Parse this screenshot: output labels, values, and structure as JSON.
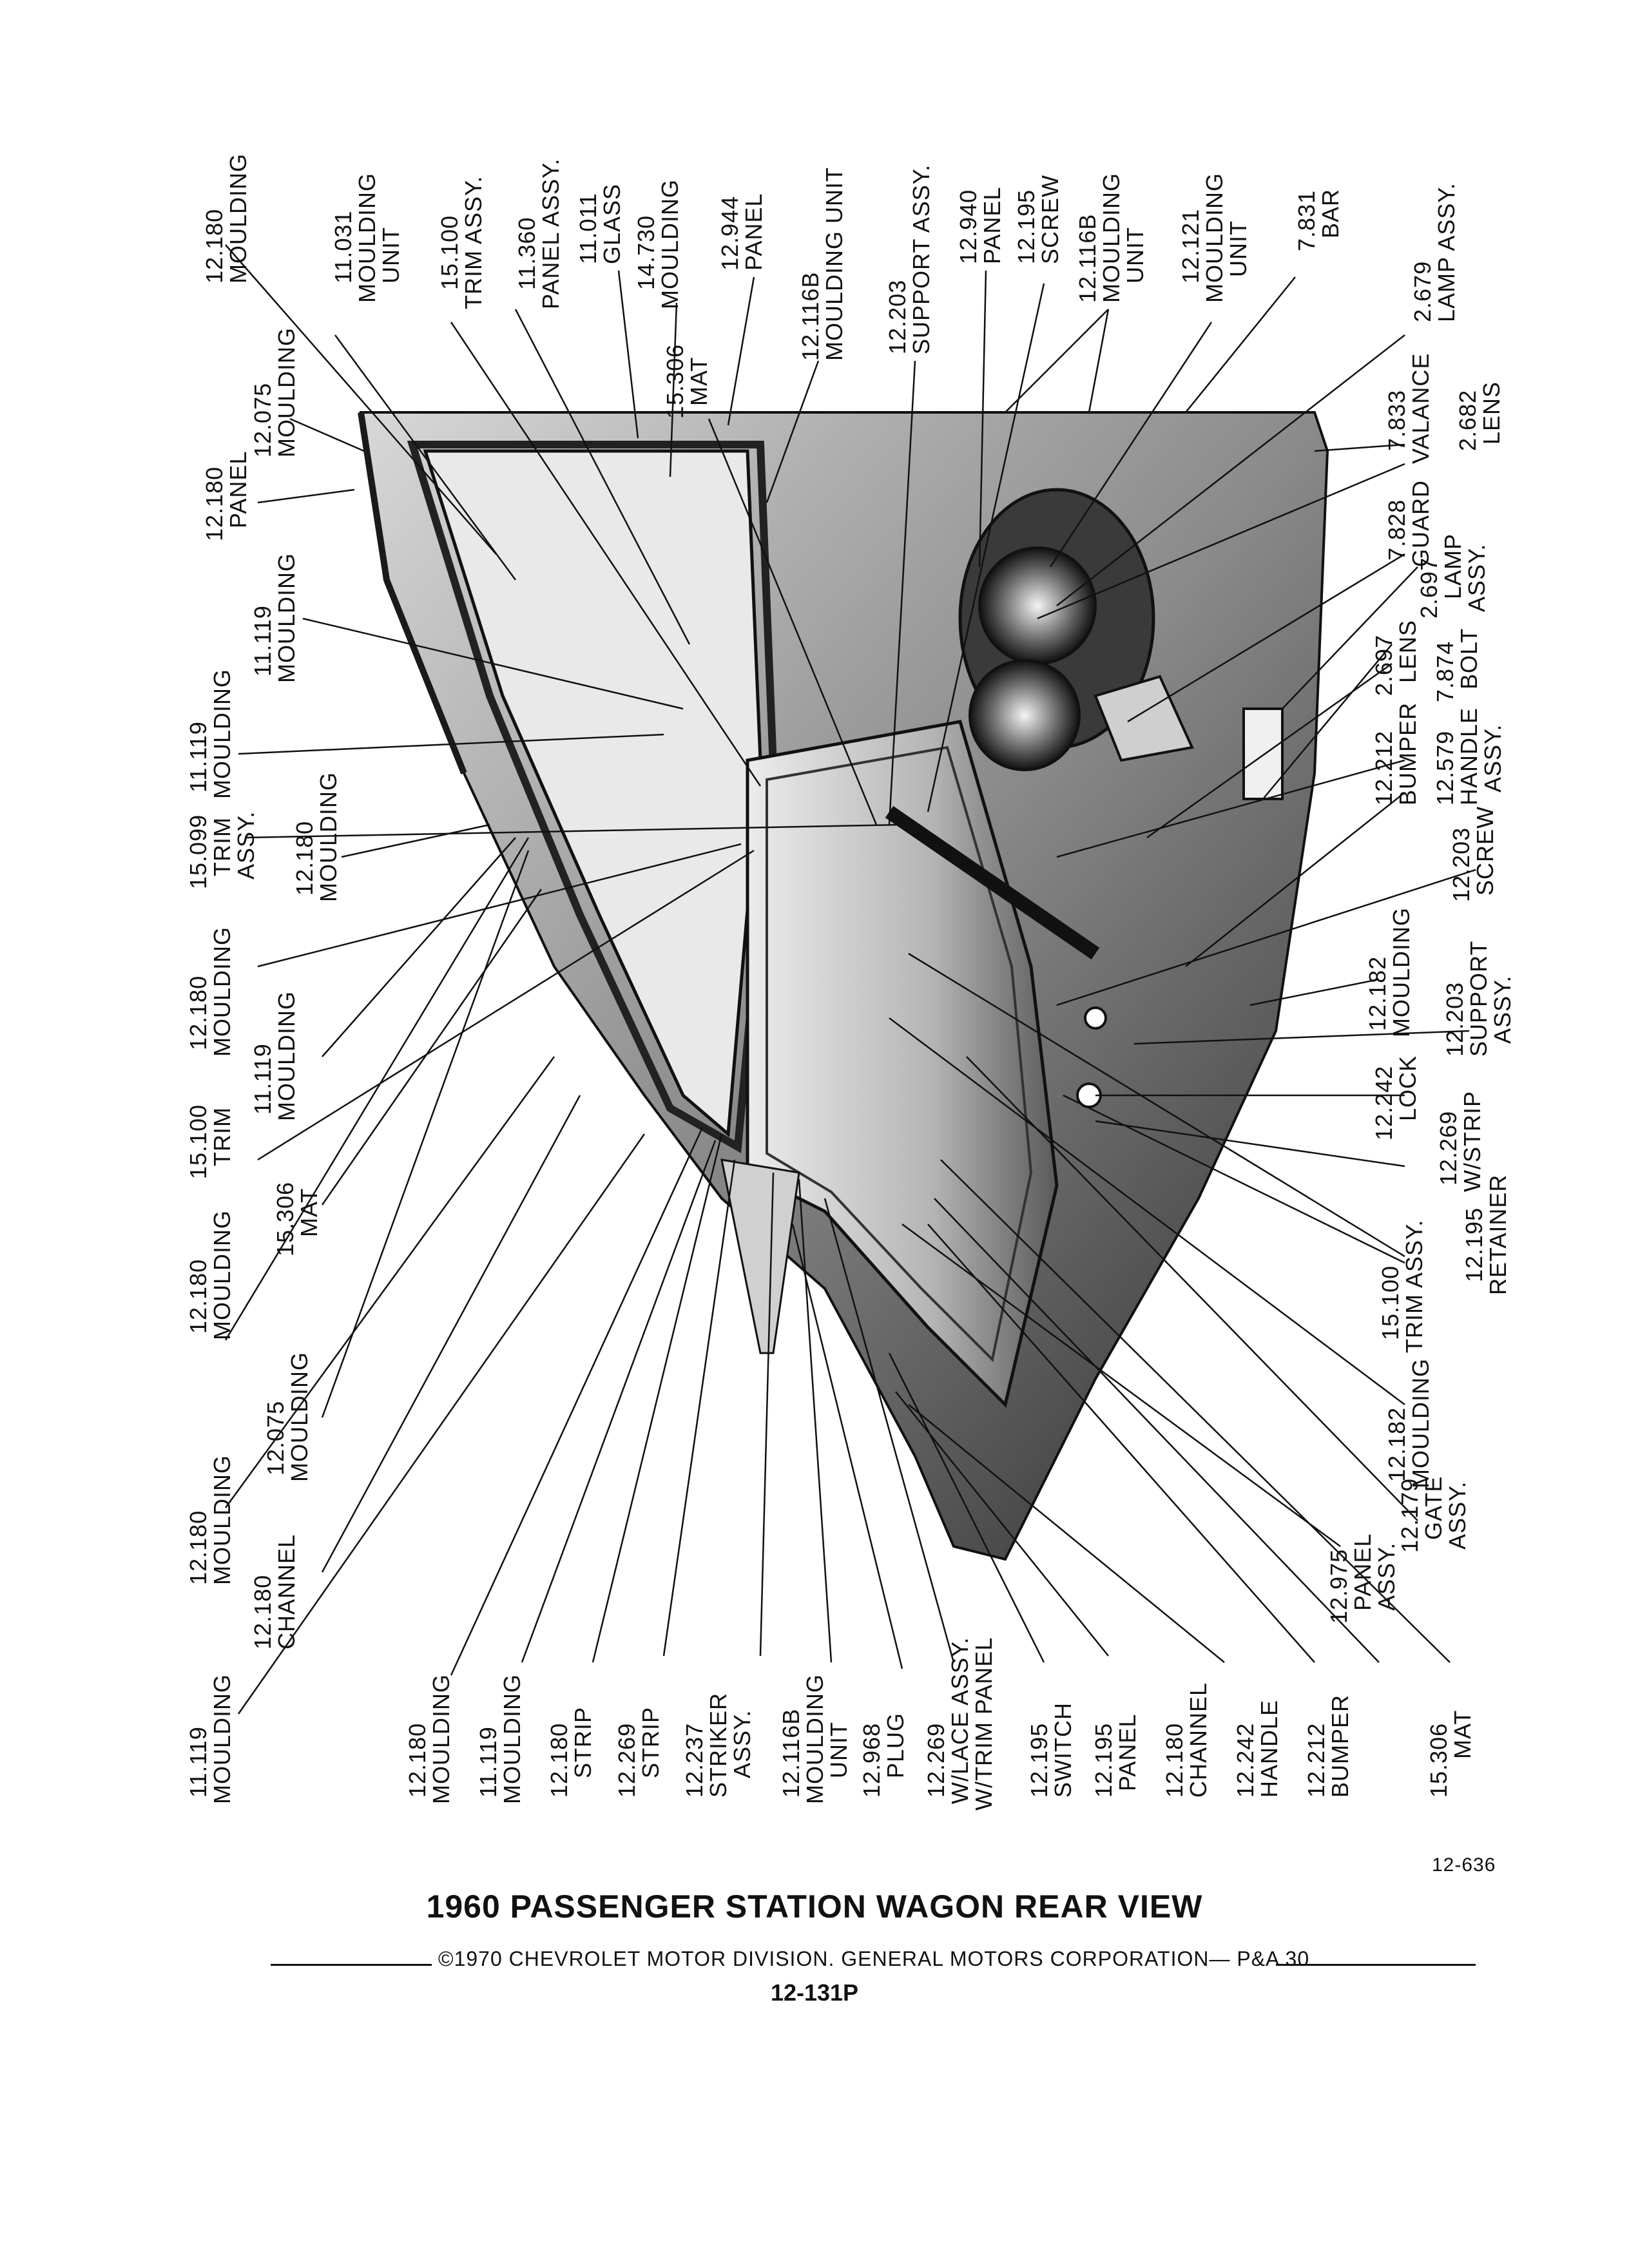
{
  "figure": {
    "title": "1960 PASSENGER STATION WAGON REAR VIEW",
    "copyright": "©1970 CHEVROLET MOTOR DIVISION. GENERAL MOTORS CORPORATION— P&A 30",
    "page_number": "12-131P",
    "ref_code": "12-636"
  },
  "callouts": [
    {
      "id": "c1",
      "lines": [
        "12.180",
        "MOULDING"
      ]
    },
    {
      "id": "c2",
      "lines": [
        "11.031",
        "MOULDING",
        "UNIT"
      ]
    },
    {
      "id": "c3",
      "lines": [
        "15.100",
        "TRIM ASSY."
      ]
    },
    {
      "id": "c4",
      "lines": [
        "11.360",
        "PANEL ASSY."
      ]
    },
    {
      "id": "c5",
      "lines": [
        "11.011",
        "GLASS"
      ]
    },
    {
      "id": "c6",
      "lines": [
        "14.730",
        "MOULDING"
      ]
    },
    {
      "id": "c7",
      "lines": [
        "15.306",
        "MAT"
      ]
    },
    {
      "id": "c8",
      "lines": [
        "12.944",
        "PANEL"
      ]
    },
    {
      "id": "c9",
      "lines": [
        "12.116B",
        "MOULDING UNIT"
      ]
    },
    {
      "id": "c10",
      "lines": [
        "12.203",
        "SUPPORT ASSY."
      ]
    },
    {
      "id": "c11",
      "lines": [
        "12.940",
        "PANEL"
      ]
    },
    {
      "id": "c12",
      "lines": [
        "12.195",
        "SCREW"
      ]
    },
    {
      "id": "c13",
      "lines": [
        "12.116B",
        "MOULDING",
        "UNIT"
      ]
    },
    {
      "id": "c14",
      "lines": [
        "12.121",
        "MOULDING",
        "UNIT"
      ]
    },
    {
      "id": "c15",
      "lines": [
        "7.831",
        "BAR"
      ]
    },
    {
      "id": "c16",
      "lines": [
        "2.679",
        "LAMP ASSY."
      ]
    },
    {
      "id": "c17",
      "lines": [
        "12.075",
        "MOULDING"
      ]
    },
    {
      "id": "c18",
      "lines": [
        "12.180",
        "PANEL"
      ]
    },
    {
      "id": "c19",
      "lines": [
        "7.833",
        "VALANCE"
      ]
    },
    {
      "id": "c20",
      "lines": [
        "2.682",
        "LENS"
      ]
    },
    {
      "id": "c21",
      "lines": [
        "7.828",
        "GUARD"
      ]
    },
    {
      "id": "c22",
      "lines": [
        "11.119",
        "MOULDING"
      ]
    },
    {
      "id": "c23",
      "lines": [
        "2.697",
        "LAMP",
        "ASSY."
      ]
    },
    {
      "id": "c24",
      "lines": [
        "2.697",
        "LENS"
      ]
    },
    {
      "id": "c25",
      "lines": [
        "7.874",
        "BOLT"
      ]
    },
    {
      "id": "c26",
      "lines": [
        "11.119",
        "MOULDING"
      ]
    },
    {
      "id": "c27",
      "lines": [
        "15.099",
        "TRIM",
        "ASSY."
      ]
    },
    {
      "id": "c28",
      "lines": [
        "12.180",
        "MOULDING"
      ]
    },
    {
      "id": "c29",
      "lines": [
        "12.212",
        "BUMPER"
      ]
    },
    {
      "id": "c30",
      "lines": [
        "12.579",
        "HANDLE",
        "ASSY."
      ]
    },
    {
      "id": "c31",
      "lines": [
        "12.203",
        "SCREW"
      ]
    },
    {
      "id": "c32",
      "lines": [
        "12.180",
        "MOULDING"
      ]
    },
    {
      "id": "c33",
      "lines": [
        "11.119",
        "MOULDING"
      ]
    },
    {
      "id": "c34",
      "lines": [
        "12.182",
        "MOULDING"
      ]
    },
    {
      "id": "c35",
      "lines": [
        "12.203",
        "SUPPORT",
        "ASSY."
      ]
    },
    {
      "id": "c36",
      "lines": [
        "15.100",
        "TRIM"
      ]
    },
    {
      "id": "c37",
      "lines": [
        "12.242",
        "LOCK"
      ]
    },
    {
      "id": "c38",
      "lines": [
        "12.269",
        "W/STRIP"
      ]
    },
    {
      "id": "c39",
      "lines": [
        "15.306",
        "MAT"
      ]
    },
    {
      "id": "c40",
      "lines": [
        "12.180",
        "MOULDING"
      ]
    },
    {
      "id": "c41",
      "lines": [
        "15.100",
        "TRIM ASSY."
      ]
    },
    {
      "id": "c42",
      "lines": [
        "12.195",
        "RETAINER"
      ]
    },
    {
      "id": "c43",
      "lines": [
        "12.075",
        "MOULDING"
      ]
    },
    {
      "id": "c44",
      "lines": [
        "12.180",
        "MOULDING"
      ]
    },
    {
      "id": "c45",
      "lines": [
        "12.182",
        "MOULDING"
      ]
    },
    {
      "id": "c46",
      "lines": [
        "12.180",
        "CHANNEL"
      ]
    },
    {
      "id": "c47",
      "lines": [
        "12.179",
        "GATE",
        "ASSY."
      ]
    },
    {
      "id": "c48",
      "lines": [
        "12.975",
        "PANEL",
        "ASSY."
      ]
    },
    {
      "id": "c49",
      "lines": [
        "11.119",
        "MOULDING"
      ]
    },
    {
      "id": "c50",
      "lines": [
        "12.180",
        "MOULDING"
      ]
    },
    {
      "id": "c51",
      "lines": [
        "11.119",
        "MOULDING"
      ]
    },
    {
      "id": "c52",
      "lines": [
        "12.180",
        "STRIP"
      ]
    },
    {
      "id": "c53",
      "lines": [
        "12.269",
        "STRIP"
      ]
    },
    {
      "id": "c54",
      "lines": [
        "12.237",
        "STRIKER",
        "ASSY."
      ]
    },
    {
      "id": "c55",
      "lines": [
        "12.116B",
        "MOULDING",
        "UNIT"
      ]
    },
    {
      "id": "c56",
      "lines": [
        "12.968",
        "PLUG"
      ]
    },
    {
      "id": "c57",
      "lines": [
        "12.269",
        "W/LACE ASSY.",
        "W/TRIM PANEL"
      ]
    },
    {
      "id": "c58",
      "lines": [
        "12.195",
        "SWITCH"
      ]
    },
    {
      "id": "c59",
      "lines": [
        "12.195",
        "PANEL"
      ]
    },
    {
      "id": "c60",
      "lines": [
        "12.180",
        "CHANNEL"
      ]
    },
    {
      "id": "c61",
      "lines": [
        "12.242",
        "HANDLE"
      ]
    },
    {
      "id": "c62",
      "lines": [
        "12.212",
        "BUMPER"
      ]
    },
    {
      "id": "c63",
      "lines": [
        "15.306",
        "MAT"
      ]
    }
  ]
}
